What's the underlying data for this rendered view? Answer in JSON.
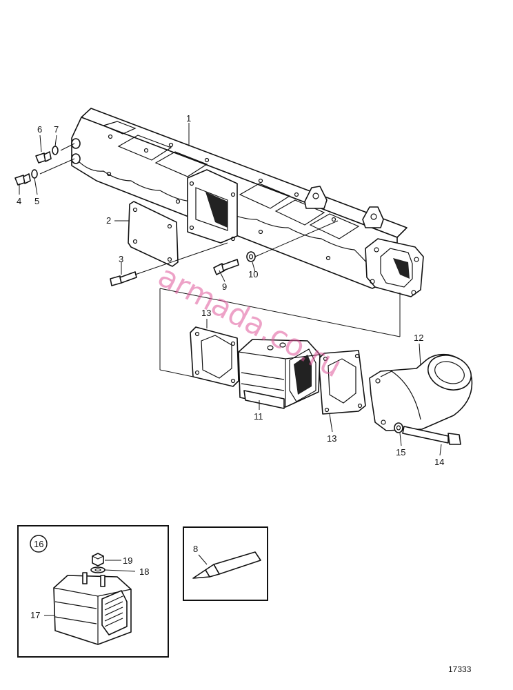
{
  "callouts": {
    "c1": "1",
    "c2": "2",
    "c3": "3",
    "c4": "4",
    "c5": "5",
    "c6": "6",
    "c7": "7",
    "c8": "8",
    "c9": "9",
    "c10": "10",
    "c11": "11",
    "c12": "12",
    "c13a": "13",
    "c13b": "13",
    "c14": "14",
    "c15": "15",
    "c16": "16",
    "c17": "17",
    "c18": "18",
    "c19": "19"
  },
  "reference_number": "17333",
  "watermark": "armada.co.ru",
  "colors": {
    "line": "#111111",
    "watermark": "#e0579b"
  }
}
